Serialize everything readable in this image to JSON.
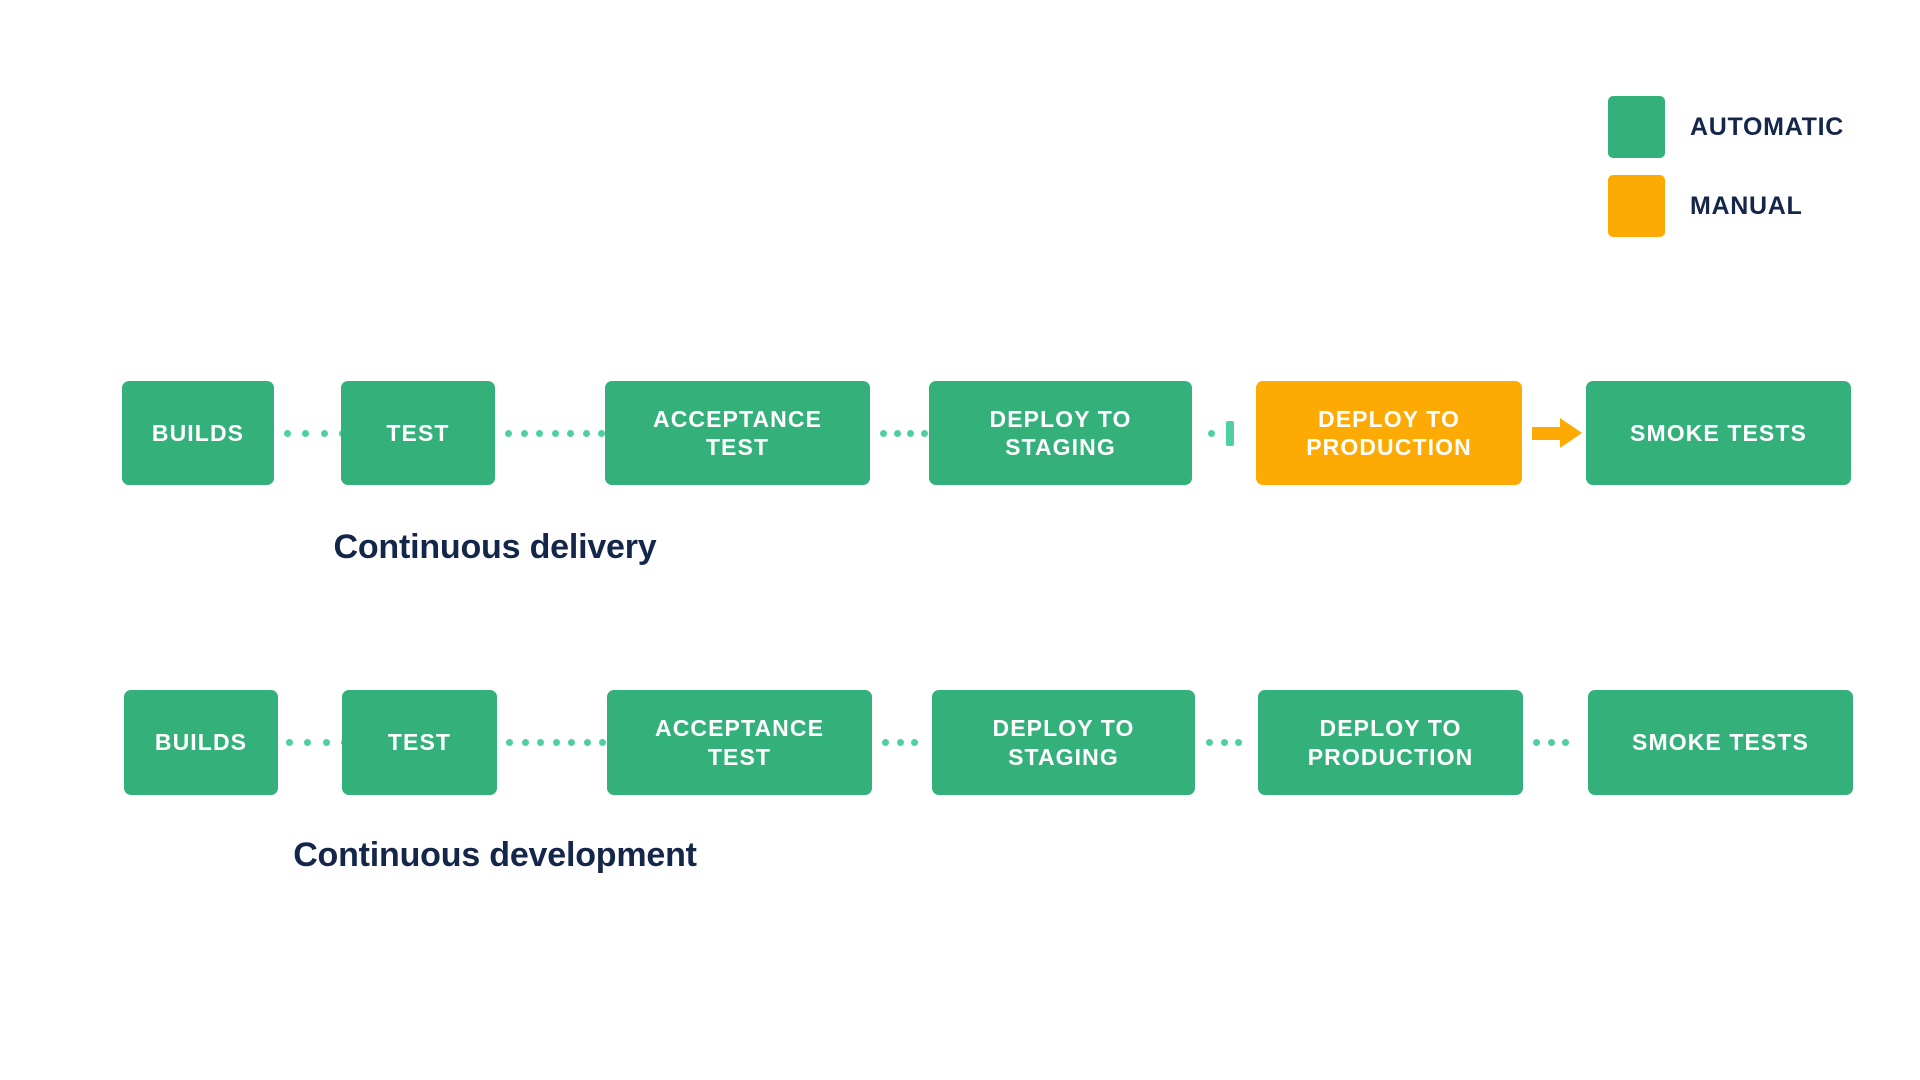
{
  "legend": {
    "items": [
      {
        "label": "AUTOMATIC",
        "color": "#34b07b",
        "swatch_name": "legend-swatch-automatic"
      },
      {
        "label": "MANUAL",
        "color": "#fdab04",
        "swatch_name": "legend-swatch-manual"
      }
    ]
  },
  "colors": {
    "green": "#34b07b",
    "green_dot": "#4fd0a0",
    "orange": "#fdab04",
    "navy": "#14264a",
    "box_text": "#ffffff",
    "background": "#ffffff"
  },
  "diagram": {
    "type": "pipeline-flow",
    "rows": [
      {
        "caption": "Continuous delivery",
        "stages": [
          {
            "label": "BUILDS",
            "type": "automatic",
            "color": "#34b07b"
          },
          {
            "label": "TEST",
            "type": "automatic",
            "color": "#34b07b"
          },
          {
            "label": "ACCEPTANCE\nTEST",
            "type": "automatic",
            "color": "#34b07b"
          },
          {
            "label": "DEPLOY TO\nSTAGING",
            "type": "automatic",
            "color": "#34b07b"
          },
          {
            "label": "DEPLOY TO\nPRODUCTION",
            "type": "manual",
            "color": "#fdab04"
          },
          {
            "label": "SMOKE TESTS",
            "type": "automatic",
            "color": "#34b07b"
          }
        ],
        "connectors": [
          {
            "style": "dotted",
            "dots": 4
          },
          {
            "style": "dotted",
            "dots": 7
          },
          {
            "style": "dotted",
            "dots": 4
          },
          {
            "style": "dotted-clipped",
            "dots": 2
          },
          {
            "style": "arrow",
            "color": "#fdab04"
          }
        ]
      },
      {
        "caption": "Continuous development",
        "stages": [
          {
            "label": "BUILDS",
            "type": "automatic",
            "color": "#34b07b"
          },
          {
            "label": "TEST",
            "type": "automatic",
            "color": "#34b07b"
          },
          {
            "label": "ACCEPTANCE\nTEST",
            "type": "automatic",
            "color": "#34b07b"
          },
          {
            "label": "DEPLOY TO\nSTAGING",
            "type": "automatic",
            "color": "#34b07b"
          },
          {
            "label": "DEPLOY TO\nPRODUCTION",
            "type": "automatic",
            "color": "#34b07b"
          },
          {
            "label": "SMOKE TESTS",
            "type": "automatic",
            "color": "#34b07b"
          }
        ],
        "connectors": [
          {
            "style": "dotted",
            "dots": 4
          },
          {
            "style": "dotted",
            "dots": 7
          },
          {
            "style": "dotted",
            "dots": 3
          },
          {
            "style": "dotted",
            "dots": 3
          },
          {
            "style": "dotted",
            "dots": 3
          }
        ]
      }
    ]
  }
}
